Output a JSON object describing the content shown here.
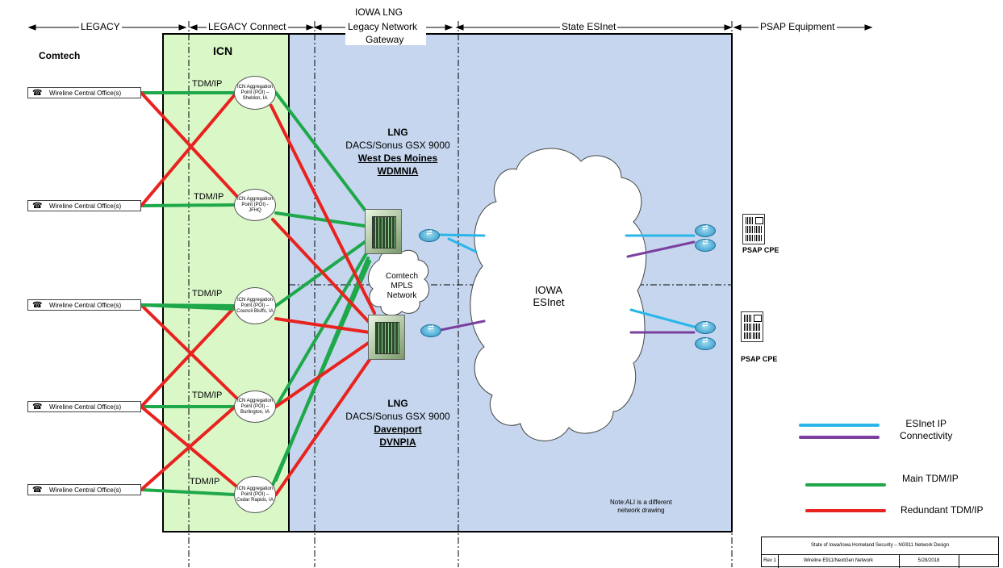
{
  "zones": {
    "legacy": "LEGACY",
    "legacy_connect": "LEGACY Connect",
    "iowa_lng": "IOWA LNG",
    "lng_sub1": "Legacy Network",
    "lng_sub2": "Gateway",
    "state_esinet": "State ESInet",
    "psap_equipment": "PSAP Equipment"
  },
  "comtech_label": "Comtech",
  "icn_label": "ICN",
  "central_offices": [
    "Wireline Central Office(s)",
    "Wireline Central Office(s)",
    "Wireline Central Office(s)",
    "Wireline Central Office(s)",
    "Wireline Central Office(s)"
  ],
  "phone_icon": "☎",
  "tdm_label": "TDM/IP",
  "poi": [
    "ICN Aggregation Point (POI) – Sheldon, IA",
    "ICN Aggregation Point (POI) - JFHQ",
    "ICN Aggregation Point (POI) – Council Bluffs, IA",
    "ICN Aggregation Point (POI) – Burlington, IA",
    "ICN Aggregation Point (POI) – Cedar Rapids, IA"
  ],
  "lng_top": {
    "title": "LNG",
    "model": "DACS/Sonus GSX 9000",
    "city": "West Des Moines",
    "code": "WDMNIA"
  },
  "lng_bottom": {
    "title": "LNG",
    "model": "DACS/Sonus GSX 9000",
    "city": "Davenport",
    "code": "DVNPIA"
  },
  "mpls_cloud": [
    "Comtech",
    "MPLS",
    "Network"
  ],
  "esinet_cloud": [
    "IOWA",
    "ESInet"
  ],
  "psap_cpe": [
    "PSAP CPE",
    "PSAP CPE"
  ],
  "note": [
    "Note:ALI is a different",
    "network drawing"
  ],
  "legend": {
    "esinet": [
      "ESInet IP",
      "Connectivity"
    ],
    "main": "Main TDM/IP",
    "redundant": "Redundant TDM/IP"
  },
  "colors": {
    "main": "#1ea84a",
    "redundant": "#e8231f",
    "esinet_blue": "#29b6e8",
    "esinet_purple": "#7b3fa0",
    "icn_fill": "#d9f7c7",
    "lng_fill": "#c5d6ee"
  },
  "titleblock": {
    "title": "State of Iowa/Iowa Homeland Security – NG911 Network Design",
    "rev": "Rev 1",
    "name": "Wireline E911/NextGen Network",
    "date": "5/28/2018"
  }
}
